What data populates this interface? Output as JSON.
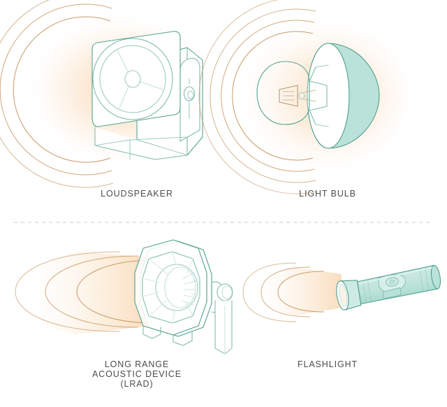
{
  "figure": {
    "title_visible": false,
    "background_color": "#ffffff",
    "divider": {
      "name": "dashed-divider",
      "style": "dashed",
      "color": "#c3ccd2"
    },
    "palette": {
      "wave_stroke": "#c08a50",
      "wave_glow_inner": "#fadfc0",
      "wave_glow_outer": "#ffffff",
      "device_outline": "#4f9e8d",
      "device_fill_teal": "#b9e2da",
      "device_fill_light": "#d8efe9",
      "caption_text": "#4c4c4c"
    },
    "panels": [
      {
        "id": "loudspeaker",
        "icon_name": "loudspeaker-icon",
        "caption_lines": [
          "LOUDSPEAKER"
        ],
        "wave_type": "omnidirectional",
        "wave_count": 3,
        "emission_direction": "left"
      },
      {
        "id": "light-bulb",
        "icon_name": "light-bulb-icon",
        "caption_lines": [
          "LIGHT BULB"
        ],
        "wave_type": "omnidirectional",
        "wave_count": 4,
        "emission_direction": "left"
      },
      {
        "id": "lrad",
        "icon_name": "lrad-icon",
        "caption_lines": [
          "LONG RANGE",
          "ACOUSTIC DEVICE",
          "(LRAD)"
        ],
        "wave_type": "directional-beam",
        "wave_count": 3,
        "emission_direction": "left"
      },
      {
        "id": "flashlight",
        "icon_name": "flashlight-icon",
        "caption_lines": [
          "FLASHLIGHT"
        ],
        "wave_type": "directional-beam",
        "wave_count": 3,
        "emission_direction": "left"
      }
    ]
  }
}
